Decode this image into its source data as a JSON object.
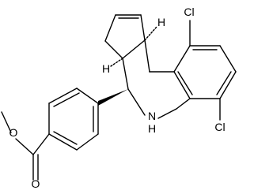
{
  "molecule": {
    "atom_labels": {
      "cl_top": "Cl",
      "cl_bottom": "Cl",
      "nh_n": "N",
      "nh_h": "H",
      "ester_o_single": "O",
      "ester_o_double": "O",
      "h_top": "H",
      "h_left": "H"
    }
  }
}
